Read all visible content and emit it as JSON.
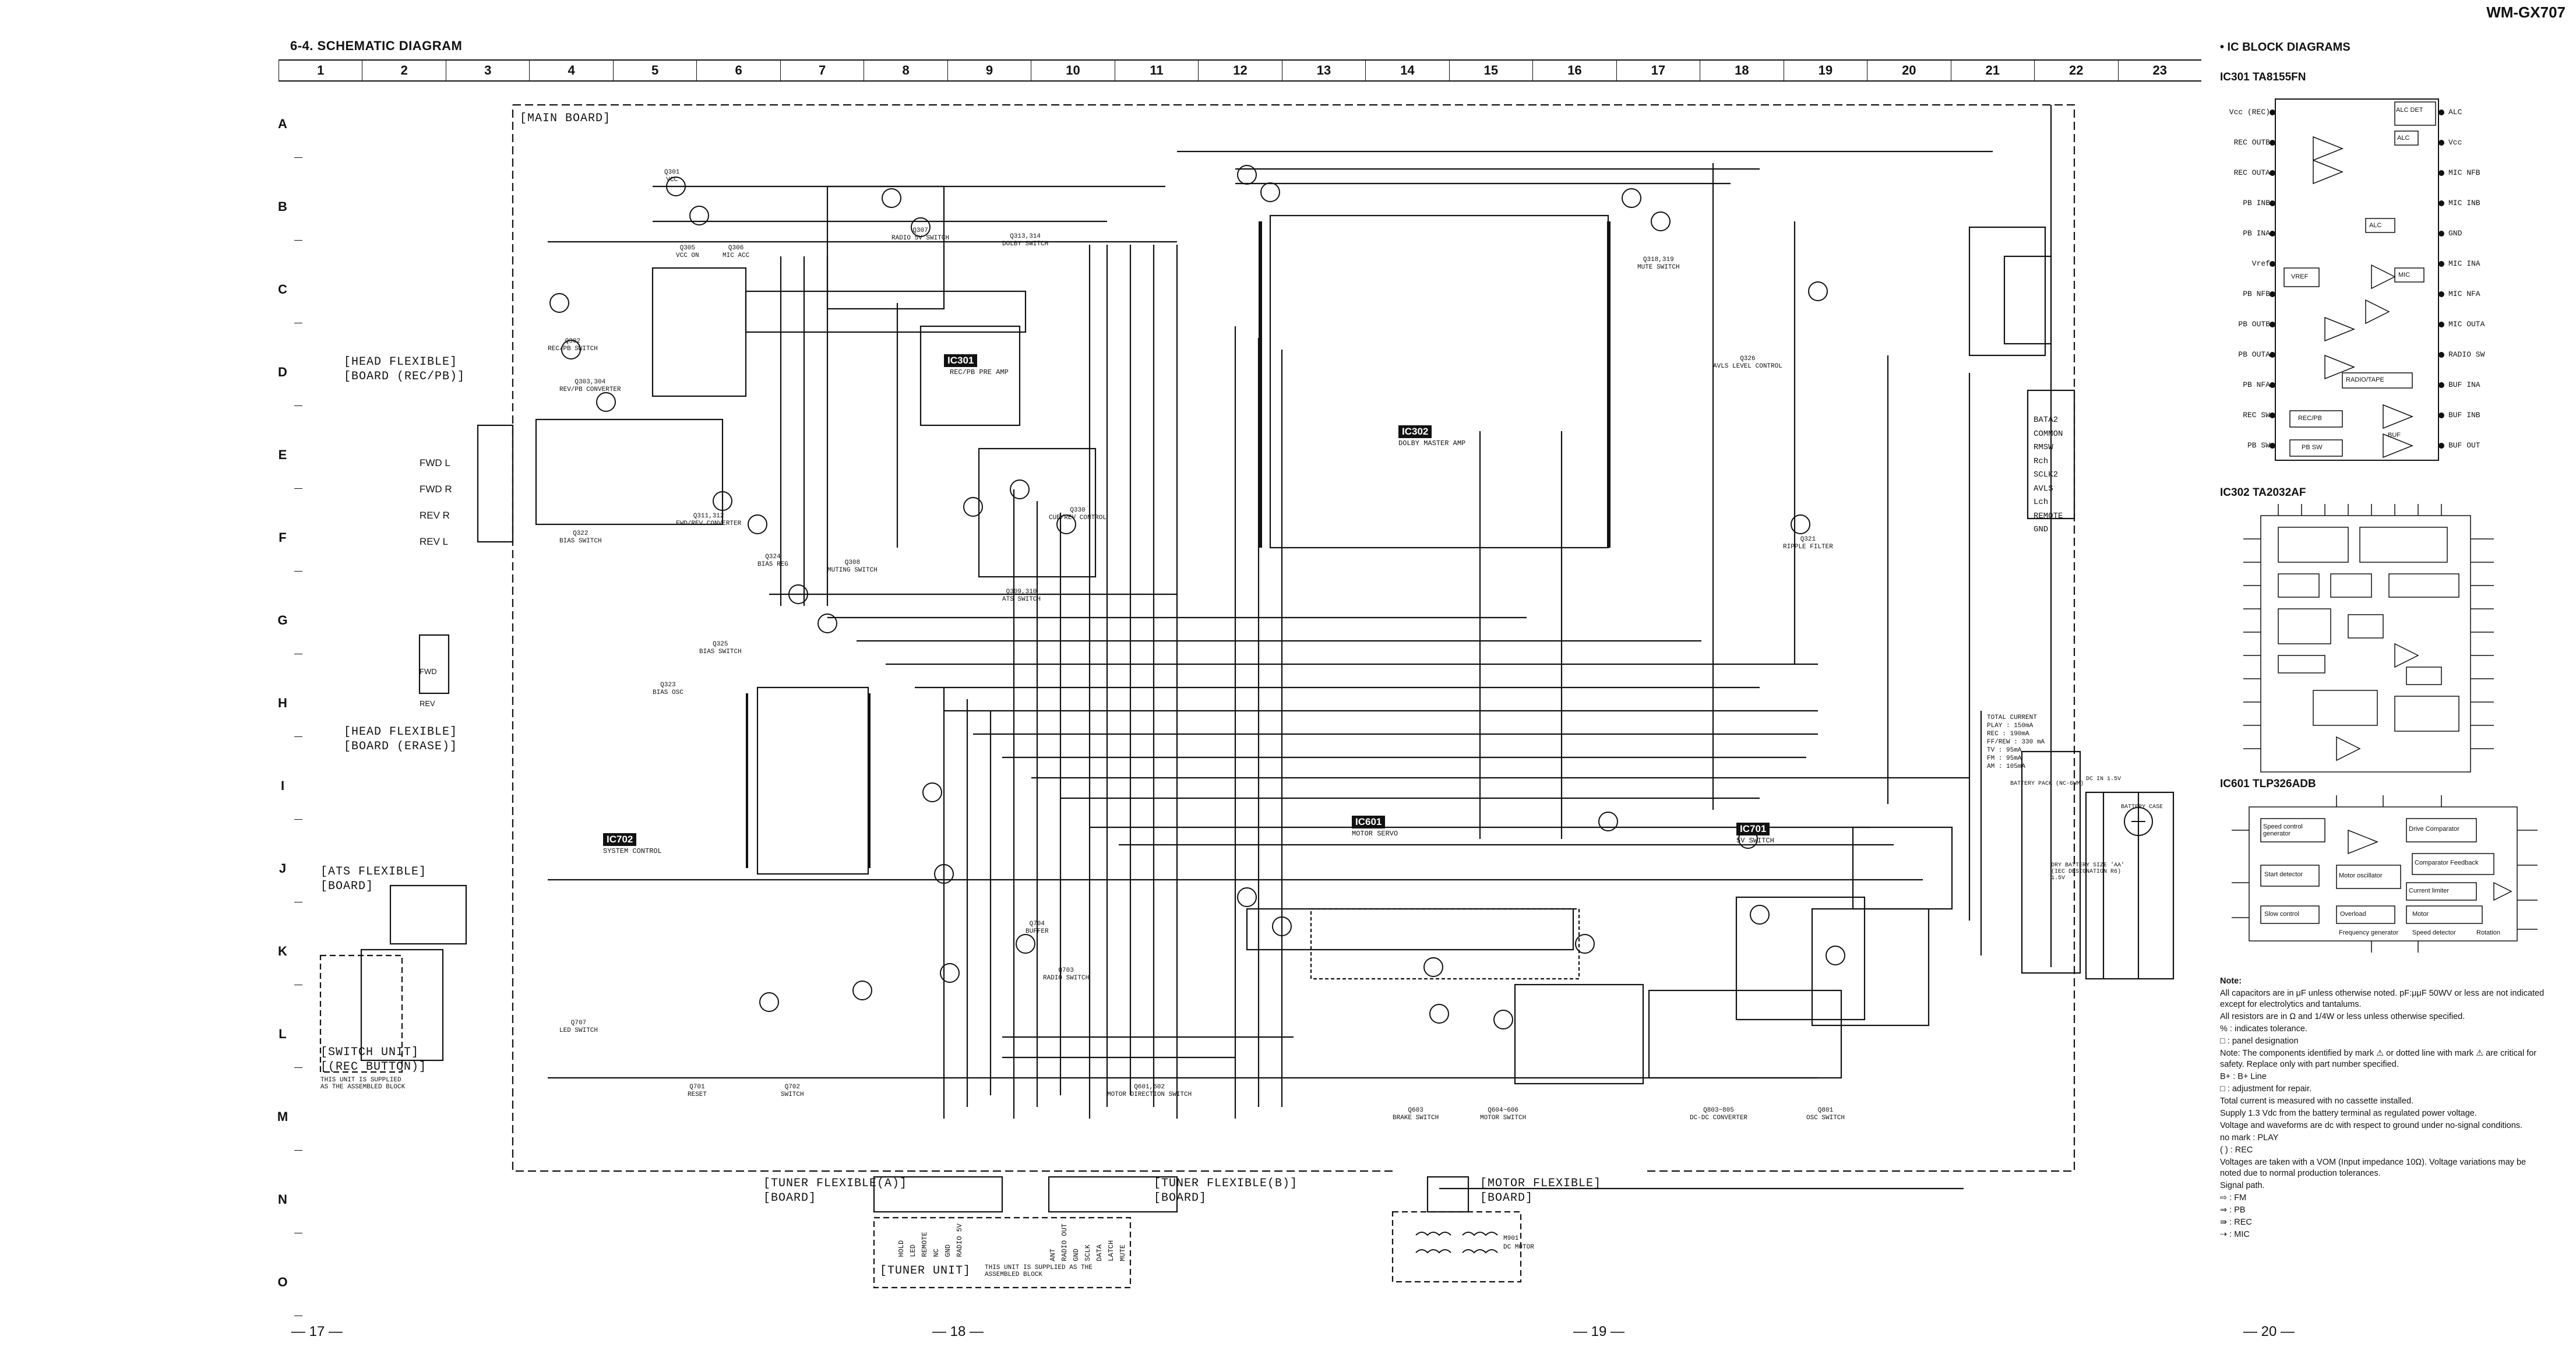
{
  "header": {
    "model": "WM-GX707",
    "section_title": "6-4.  SCHEMATIC DIAGRAM"
  },
  "grid": {
    "columns": [
      "1",
      "2",
      "3",
      "4",
      "5",
      "6",
      "7",
      "8",
      "9",
      "10",
      "11",
      "12",
      "13",
      "14",
      "15",
      "16",
      "17",
      "18",
      "19",
      "20",
      "21",
      "22",
      "23"
    ],
    "rows": [
      "A",
      "B",
      "C",
      "D",
      "E",
      "F",
      "G",
      "H",
      "I",
      "J",
      "K",
      "L",
      "M",
      "N",
      "O"
    ]
  },
  "pages": [
    "— 17 —",
    "— 18 —",
    "— 19 —",
    "— 20 —"
  ],
  "schematic": {
    "main_board": "[MAIN BOARD]",
    "boards": {
      "head_rec_pb": [
        "[HEAD FLEXIBLE]",
        "[BOARD (REC/PB)]"
      ],
      "head_erase": [
        "[HEAD FLEXIBLE]",
        "[BOARD (ERASE)]"
      ],
      "ats": [
        "[ATS FLEXIBLE]",
        "[BOARD]"
      ],
      "switch_unit": [
        "[SWITCH UNIT]",
        "[(REC BUTTON)]"
      ],
      "switch_unit_note": "THIS UNIT IS SUPPLIED AS THE ASSEMBLED BLOCK",
      "tuner_a": [
        "[TUNER FLEXIBLE(A)]",
        "[BOARD]"
      ],
      "tuner_b": [
        "[TUNER FLEXIBLE(B)]",
        "[BOARD]"
      ],
      "tuner_unit": "[TUNER UNIT]",
      "tuner_unit_note": "THIS UNIT IS SUPPLIED AS THE ASSEMBLED BLOCK",
      "motor": [
        "[MOTOR FLEXIBLE]",
        "[BOARD]"
      ]
    },
    "ics": {
      "ic301": "IC301",
      "ic301_desc": "REC/PB PRE AMP",
      "ic302": "IC302",
      "ic302_desc": "DOLBY MASTER AMP",
      "ic601": "IC601",
      "ic601_desc": "MOTOR SERVO",
      "ic701": "IC701",
      "ic701_desc": "5V SWITCH",
      "ic702": "IC702",
      "ic702_desc": "SYSTEM CONTROL"
    },
    "head_pins": [
      "FWD L",
      "FWD R",
      "REV R",
      "REV L"
    ],
    "erase_pins": [
      "FWD",
      "REV"
    ],
    "remote_pins": [
      "BATA2",
      "COMMON",
      "RMSW",
      "Rch",
      "SCLK2",
      "AVLS",
      "Lch",
      "REMOTE",
      "GND"
    ],
    "transistors": [
      {
        "ref": "Q301",
        "desc": "VCC"
      },
      {
        "ref": "Q305",
        "desc": "VCC ON"
      },
      {
        "ref": "Q306",
        "desc": "MIC ACC"
      },
      {
        "ref": "Q302",
        "desc": "REC/PB SWITCH"
      },
      {
        "ref": "Q303,304",
        "desc": "REV/PB CONVERTER"
      },
      {
        "ref": "Q307",
        "desc": "RADIO 5V SWITCH"
      },
      {
        "ref": "Q313,314",
        "desc": "DOLBY SWITCH"
      },
      {
        "ref": "Q311,312",
        "desc": "FWD/REV CONVERTER"
      },
      {
        "ref": "Q324",
        "desc": "BIAS REG"
      },
      {
        "ref": "Q322",
        "desc": "BIAS SWITCH"
      },
      {
        "ref": "Q308",
        "desc": "MUTING SWITCH"
      },
      {
        "ref": "Q330",
        "desc": "CUE/REV CONTROL"
      },
      {
        "ref": "Q309,310",
        "desc": "ATS SWITCH"
      },
      {
        "ref": "Q318,319",
        "desc": "MUTE SWITCH"
      },
      {
        "ref": "Q326",
        "desc": "AVLS LEVEL CONTROL"
      },
      {
        "ref": "Q321",
        "desc": "RIPPLE FILTER"
      },
      {
        "ref": "Q323",
        "desc": "BIAS OSC"
      },
      {
        "ref": "Q325",
        "desc": "BIAS SWITCH"
      },
      {
        "ref": "Q704",
        "desc": "BUFFER"
      },
      {
        "ref": "Q703",
        "desc": "RADIO SWITCH"
      },
      {
        "ref": "Q707",
        "desc": "LED SWITCH"
      },
      {
        "ref": "Q701",
        "desc": "RESET"
      },
      {
        "ref": "Q702",
        "desc": "SWITCH"
      },
      {
        "ref": "Q601,602",
        "desc": "MOTOR DIRECTION SWITCH"
      },
      {
        "ref": "Q603",
        "desc": "BRAKE SWITCH"
      },
      {
        "ref": "Q604~606",
        "desc": "MOTOR SWITCH"
      },
      {
        "ref": "Q803~805",
        "desc": "DC-DC CONVERTER"
      },
      {
        "ref": "Q801",
        "desc": "OSC SWITCH"
      }
    ],
    "current_block": [
      "TOTAL CURRENT",
      "PLAY : 150mA",
      "REC : 190mA",
      "FF/REW : 330 mA",
      "TV : 95mA",
      "FM : 95mA",
      "AM : 105mA"
    ],
    "battery_labels": [
      "BATTERY PACK (NC-6WM)",
      "DRY BATTERY SIZE 'AA' (IEC DESIGNATION R6) 1.5V",
      "BATTERY CASE",
      "DC IN 1.5V"
    ],
    "tuner_pins_a": [
      "HOLD",
      "LED",
      "REMOTE",
      "NC",
      "GND",
      "RADIO 5V"
    ],
    "tuner_pins_b": [
      "ANT",
      "RADIO OUT",
      "GND",
      "SCLK",
      "DATA",
      "LATCH",
      "MUTE"
    ],
    "motor_label": [
      "M901",
      "DC MOTOR"
    ]
  },
  "right_panel": {
    "title": "• IC BLOCK DIAGRAMS",
    "ic301": {
      "title": "IC301  TA8155FN",
      "left_pins": [
        "Vcc (REC)",
        "REC OUTB",
        "REC OUTA",
        "PB INB",
        "PB INA",
        "Vref",
        "PB NFB",
        "PB OUTB",
        "PB OUTA",
        "PB NFA",
        "REC SW",
        "PB SW"
      ],
      "right_pins": [
        "ALC",
        "Vcc",
        "MIC NFB",
        "MIC INB",
        "GND",
        "MIC INA",
        "MIC NFA",
        "MIC OUTA",
        "RADIO SW",
        "BUF INA",
        "BUF INB",
        "BUF OUT"
      ],
      "blocks": [
        "ALC DET",
        "ALC",
        "ALC",
        "MIC",
        "VREF",
        "RADIO/TAPE",
        "REC/PB",
        "PB SW",
        "BUF"
      ]
    },
    "ic302": {
      "title": "IC302  TA2032AF"
    },
    "ic601": {
      "title": "IC601  TLP326ADB",
      "blocks": [
        "Speed control generator",
        "Drive Comparator",
        "Start detector",
        "Motor oscillator",
        "Comparator Feedback",
        "Slow control",
        "Overload",
        "Motor",
        "Current limiter",
        "Frequency generator",
        "Speed detector",
        "Rotation"
      ]
    },
    "notes": [
      "Note:",
      "All capacitors are in μF unless otherwise noted. pF:μμF 50WV or less are not indicated except for electrolytics and tantalums.",
      "All resistors are in Ω and 1/4W or less unless otherwise specified.",
      "% : indicates tolerance.",
      "□ : panel designation",
      "Note: The components identified by mark ⚠ or dotted line with mark ⚠ are critical for safety. Replace only with part number specified.",
      "B+ : B+ Line",
      "□ : adjustment for repair.",
      "Total current is measured with no cassette installed.",
      "Supply 1.3 Vdc from the battery terminal as regulated power voltage.",
      "Voltage and waveforms are dc with respect to ground under no-signal conditions.",
      "no mark : PLAY",
      "( ) : REC",
      "Voltages are taken with a VOM (Input impedance 10Ω). Voltage variations may be noted due to normal production tolerances.",
      "Signal path.",
      "⇨ : FM",
      "⇒ : PB",
      "⇛ : REC",
      "⇢ : MIC"
    ]
  }
}
